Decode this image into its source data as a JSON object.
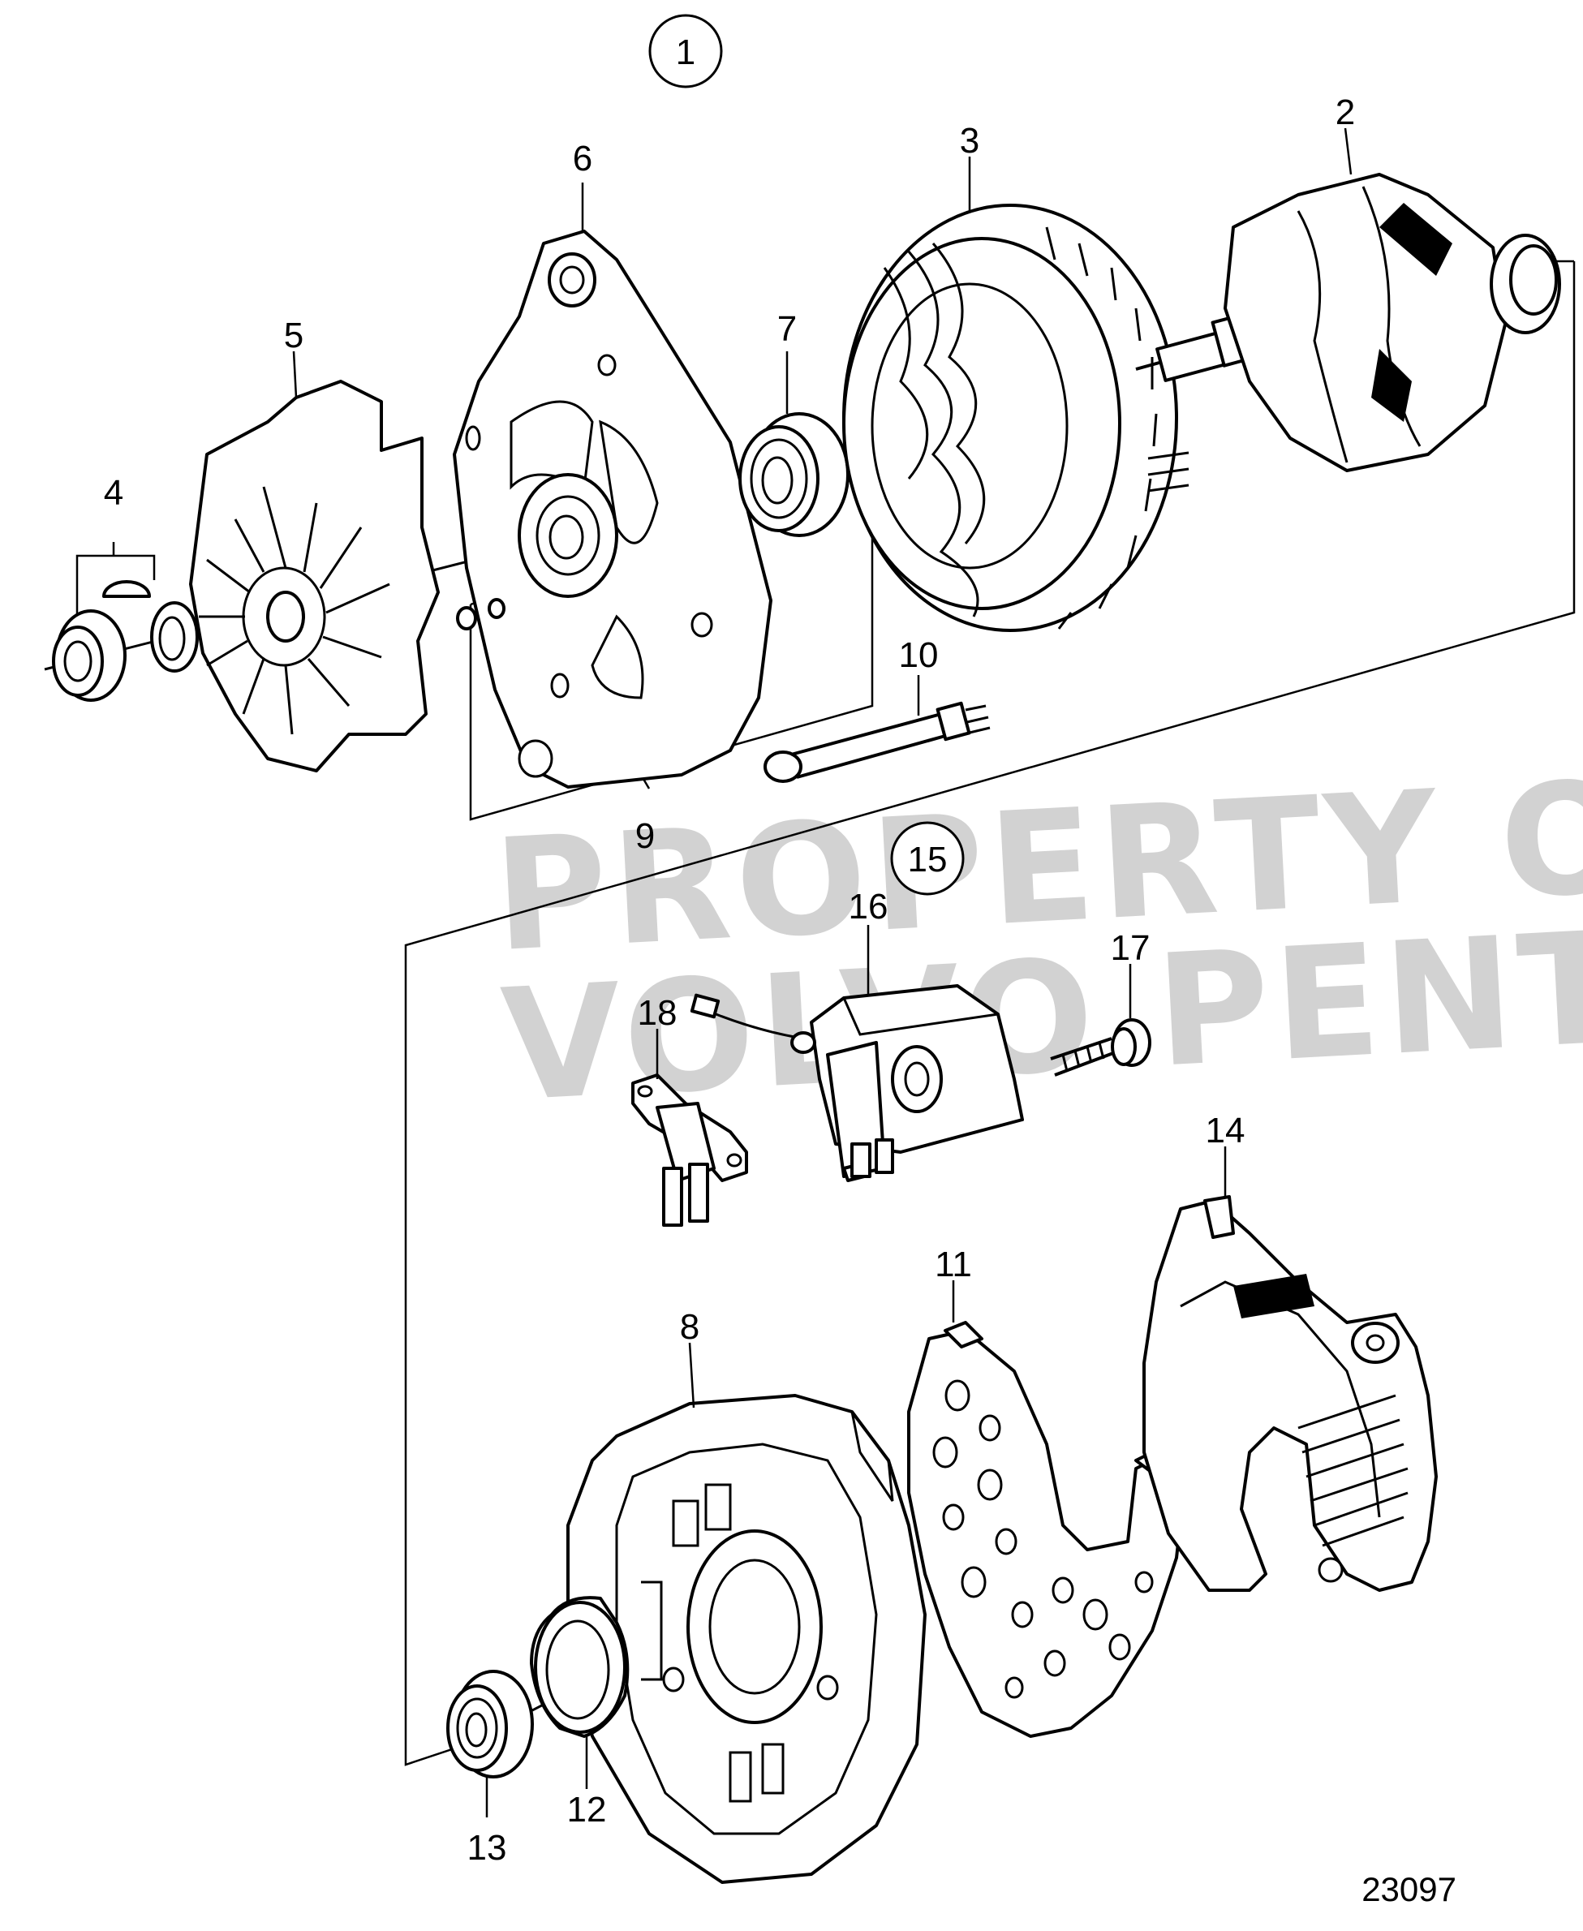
{
  "diagram": {
    "callouts": {
      "c1": "1",
      "c2": "2",
      "c3": "3",
      "c4": "4",
      "c5": "5",
      "c6": "6",
      "c7": "7",
      "c8": "8",
      "c9": "9",
      "c10": "10",
      "c11": "11",
      "c12": "12",
      "c13": "13",
      "c14": "14",
      "c15": "15",
      "c16": "16",
      "c17": "17",
      "c18": "18"
    },
    "watermark": {
      "line1": "PROPERTY OF",
      "line2": "VOLVO PENTA"
    },
    "figure_number": "23097"
  }
}
